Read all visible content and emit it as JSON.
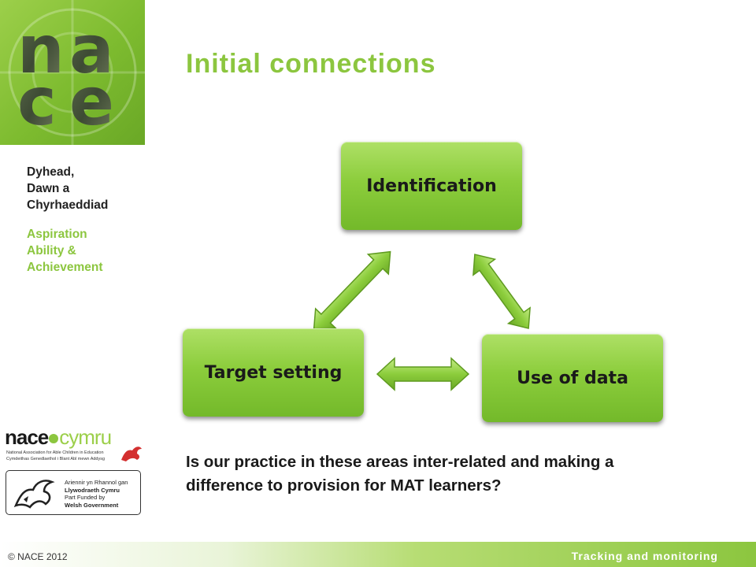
{
  "logo": {
    "letters": [
      "n",
      "a",
      "c",
      "e"
    ]
  },
  "tagline": {
    "welsh": [
      "Dyhead,",
      "Dawn a",
      "Chyrhaeddiad"
    ],
    "english": [
      "Aspiration",
      "Ability &",
      "Achievement"
    ]
  },
  "slide": {
    "title": "Initial connections",
    "question": "Is our practice in these areas inter-related and making a difference to provision for MAT learners?"
  },
  "diagram": {
    "nodes": {
      "identification": "Identification",
      "target_setting": "Target setting",
      "use_of_data": "Use of data"
    }
  },
  "partners": {
    "nace_cymru": {
      "brand": "nace",
      "brand_suffix": "cymru",
      "line1": "National Association for Able Children in Education",
      "line2": "Cymdeithas Genedlaethol i Blant Abl mewn Addysg"
    },
    "welsh_government": {
      "line1": "Ariennir yn Rhannol gan",
      "line2": "Llywodraeth Cymru",
      "line3": "Part Funded by",
      "line4": "Welsh Government"
    }
  },
  "footer": {
    "copyright": "© NACE 2012",
    "section_title": "Tracking and monitoring"
  },
  "colors": {
    "accent_green": "#8cc63f",
    "box_green": "#8ccd3c",
    "text_dark": "#1a1a1a"
  }
}
